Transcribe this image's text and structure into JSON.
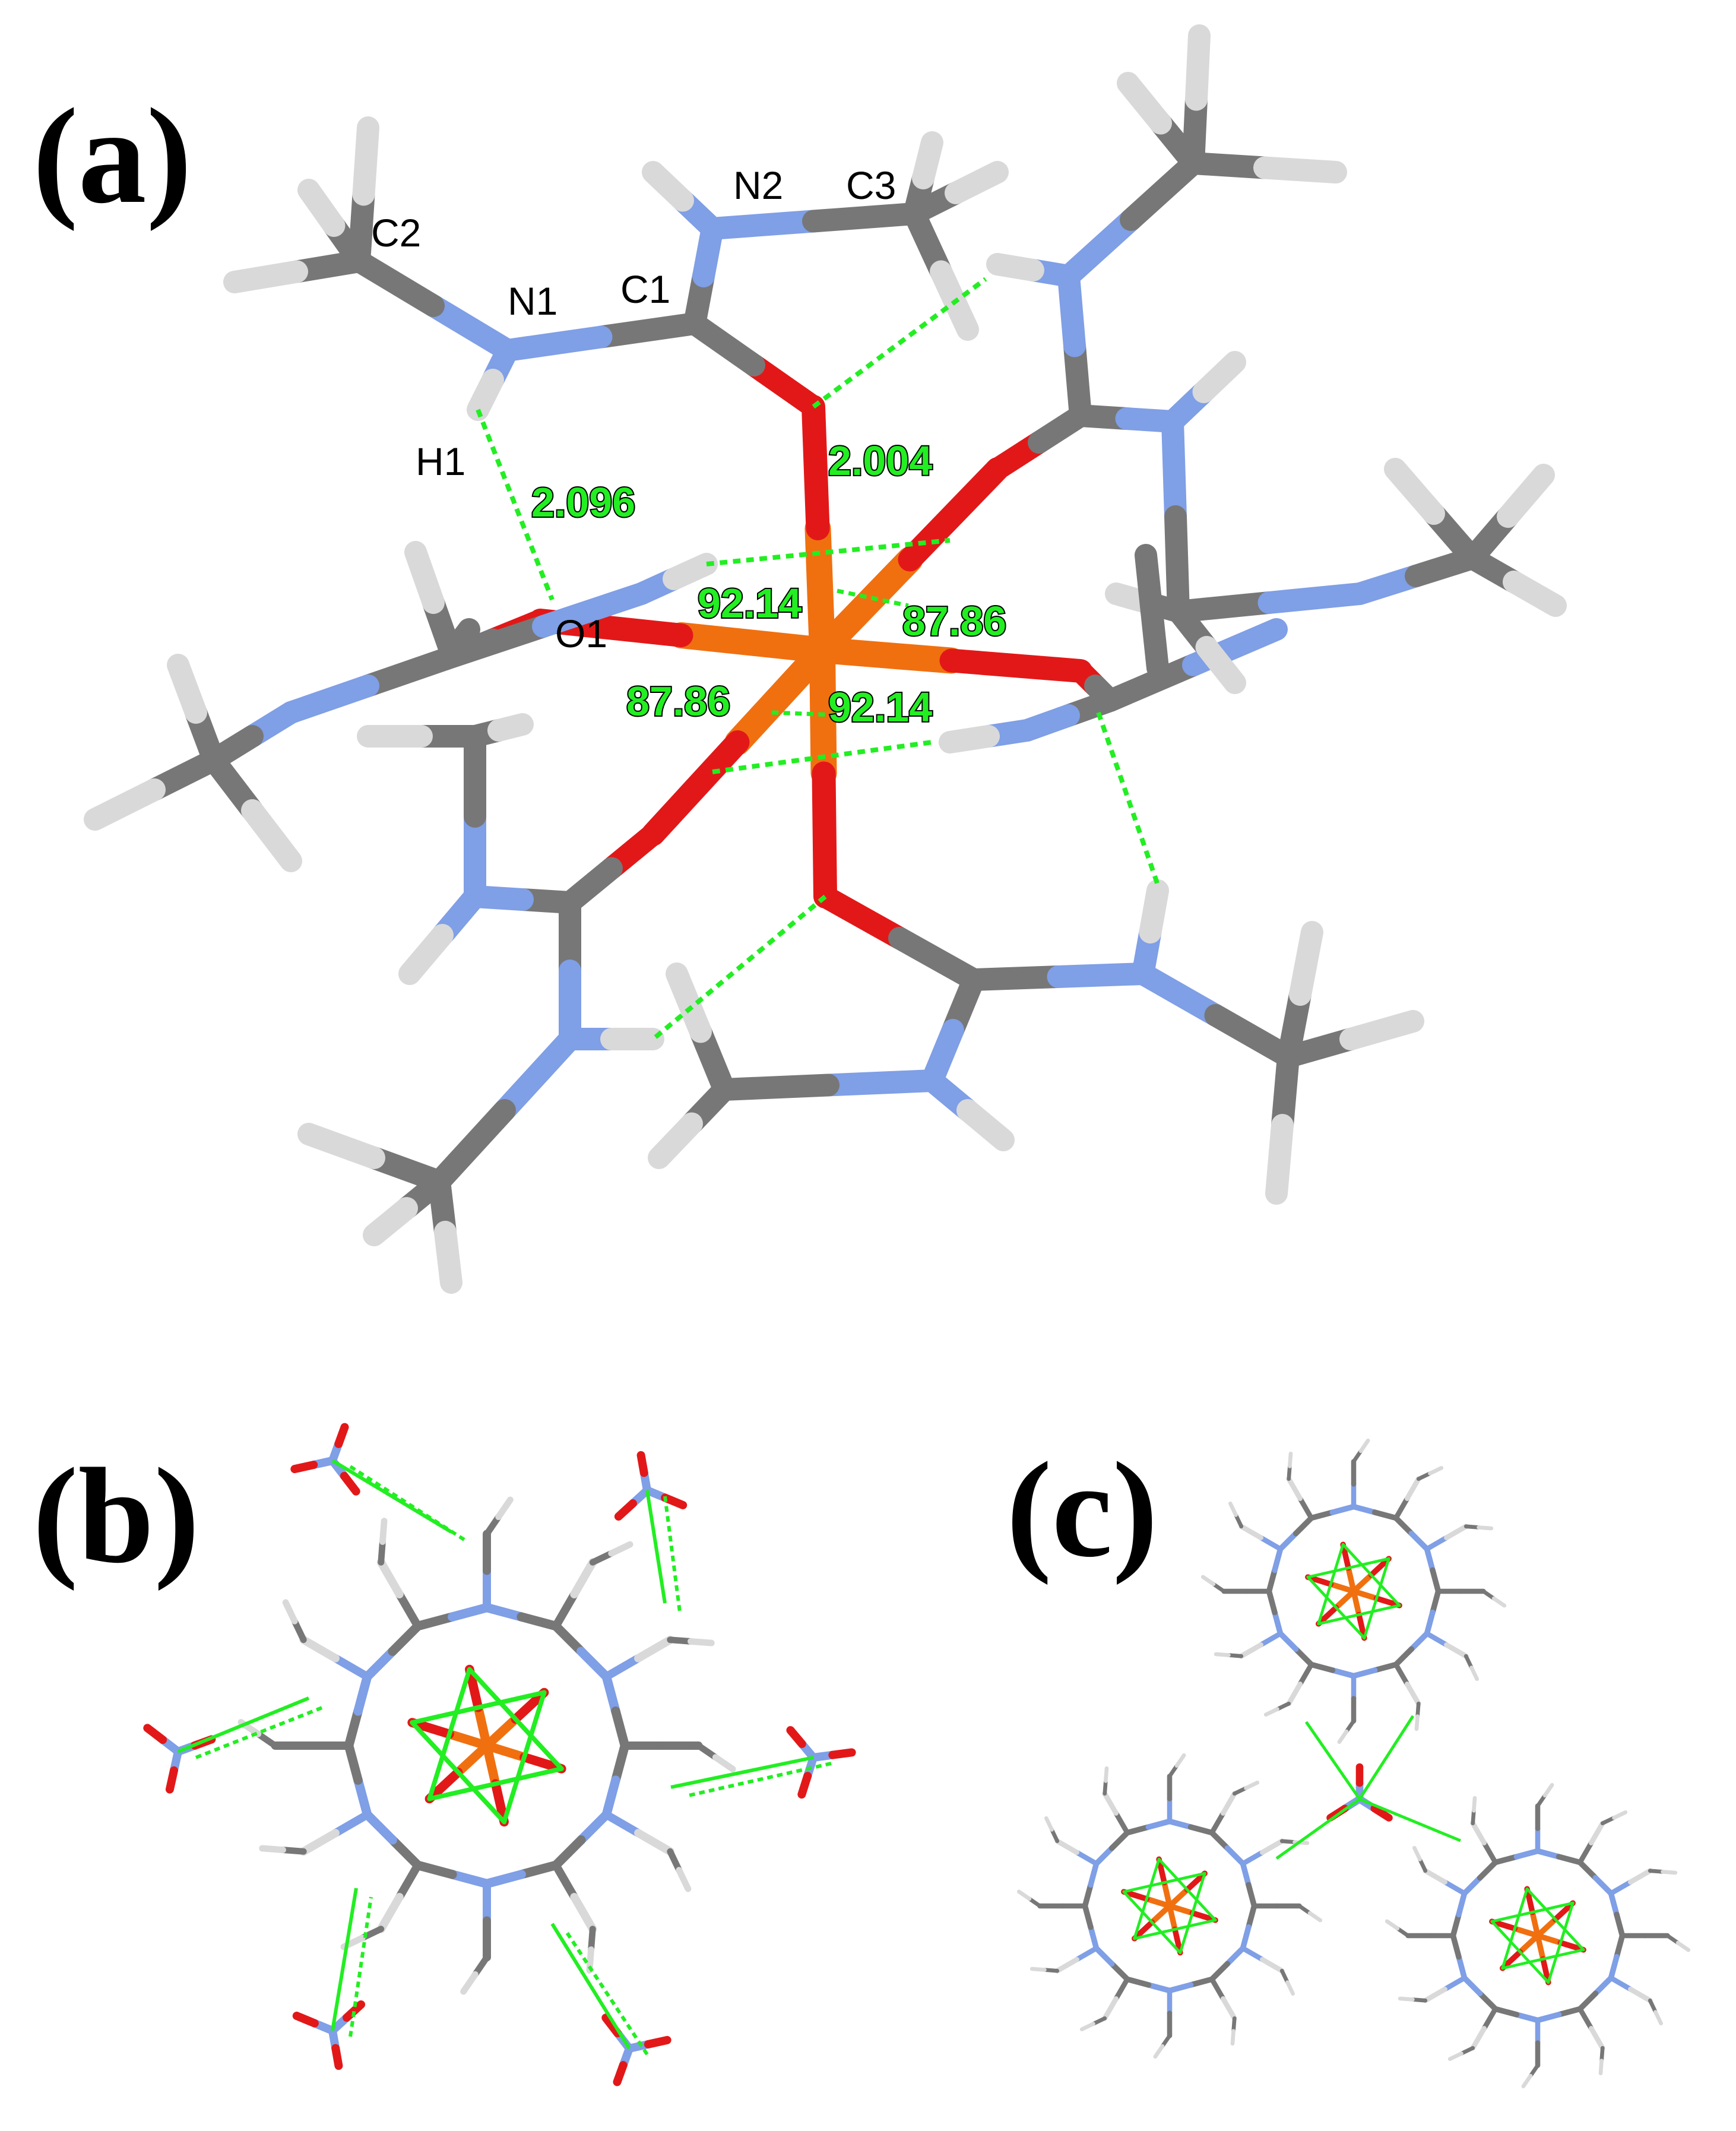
{
  "panels": {
    "a": {
      "label": "(a)"
    },
    "b": {
      "label": "(b)"
    },
    "c": {
      "label": "(c)"
    }
  },
  "atom_labels": {
    "c2": "C2",
    "n1": "N1",
    "c1": "C1",
    "n2": "N2",
    "c3": "C3",
    "h1": "H1",
    "o1": "O1"
  },
  "measurements": {
    "h_bond": "2.096",
    "fe_o_bond": "2.004",
    "angle_upper_left": "92.14",
    "angle_upper_right": "87.86",
    "angle_lower_left": "87.86",
    "angle_lower_right": "92.14"
  },
  "colors": {
    "carbon": "#777777",
    "nitrogen": "#7f9fe6",
    "oxygen": "#e21818",
    "hydrogen": "#d9d9d9",
    "iron": "#f07010",
    "contact": "#22ee22"
  }
}
